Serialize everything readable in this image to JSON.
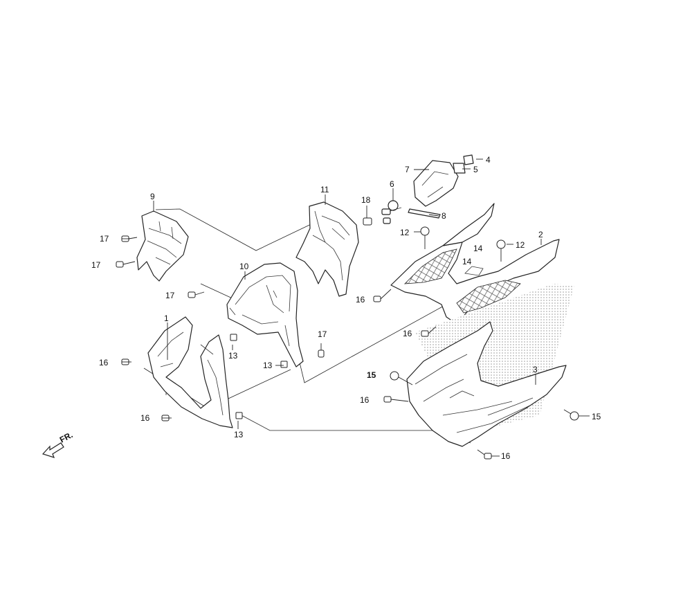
{
  "callouts": {
    "c1": "1",
    "c2": "2",
    "c3": "3",
    "c4": "4",
    "c5": "5",
    "c6": "6",
    "c7": "7",
    "c8": "8",
    "c9": "9",
    "c10": "10",
    "c11": "11",
    "c12a": "12",
    "c12b": "12",
    "c13a": "13",
    "c13b": "13",
    "c13c": "13",
    "c14a": "14",
    "c14b": "14",
    "c15a": "15",
    "c15b": "15",
    "c16a": "16",
    "c16b": "16",
    "c16c": "16",
    "c16d": "16",
    "c16e": "16",
    "c16f": "16",
    "c17a": "17",
    "c17b": "17",
    "c17c": "17",
    "c17d": "17",
    "c18": "18"
  },
  "front_indicator": "FR."
}
